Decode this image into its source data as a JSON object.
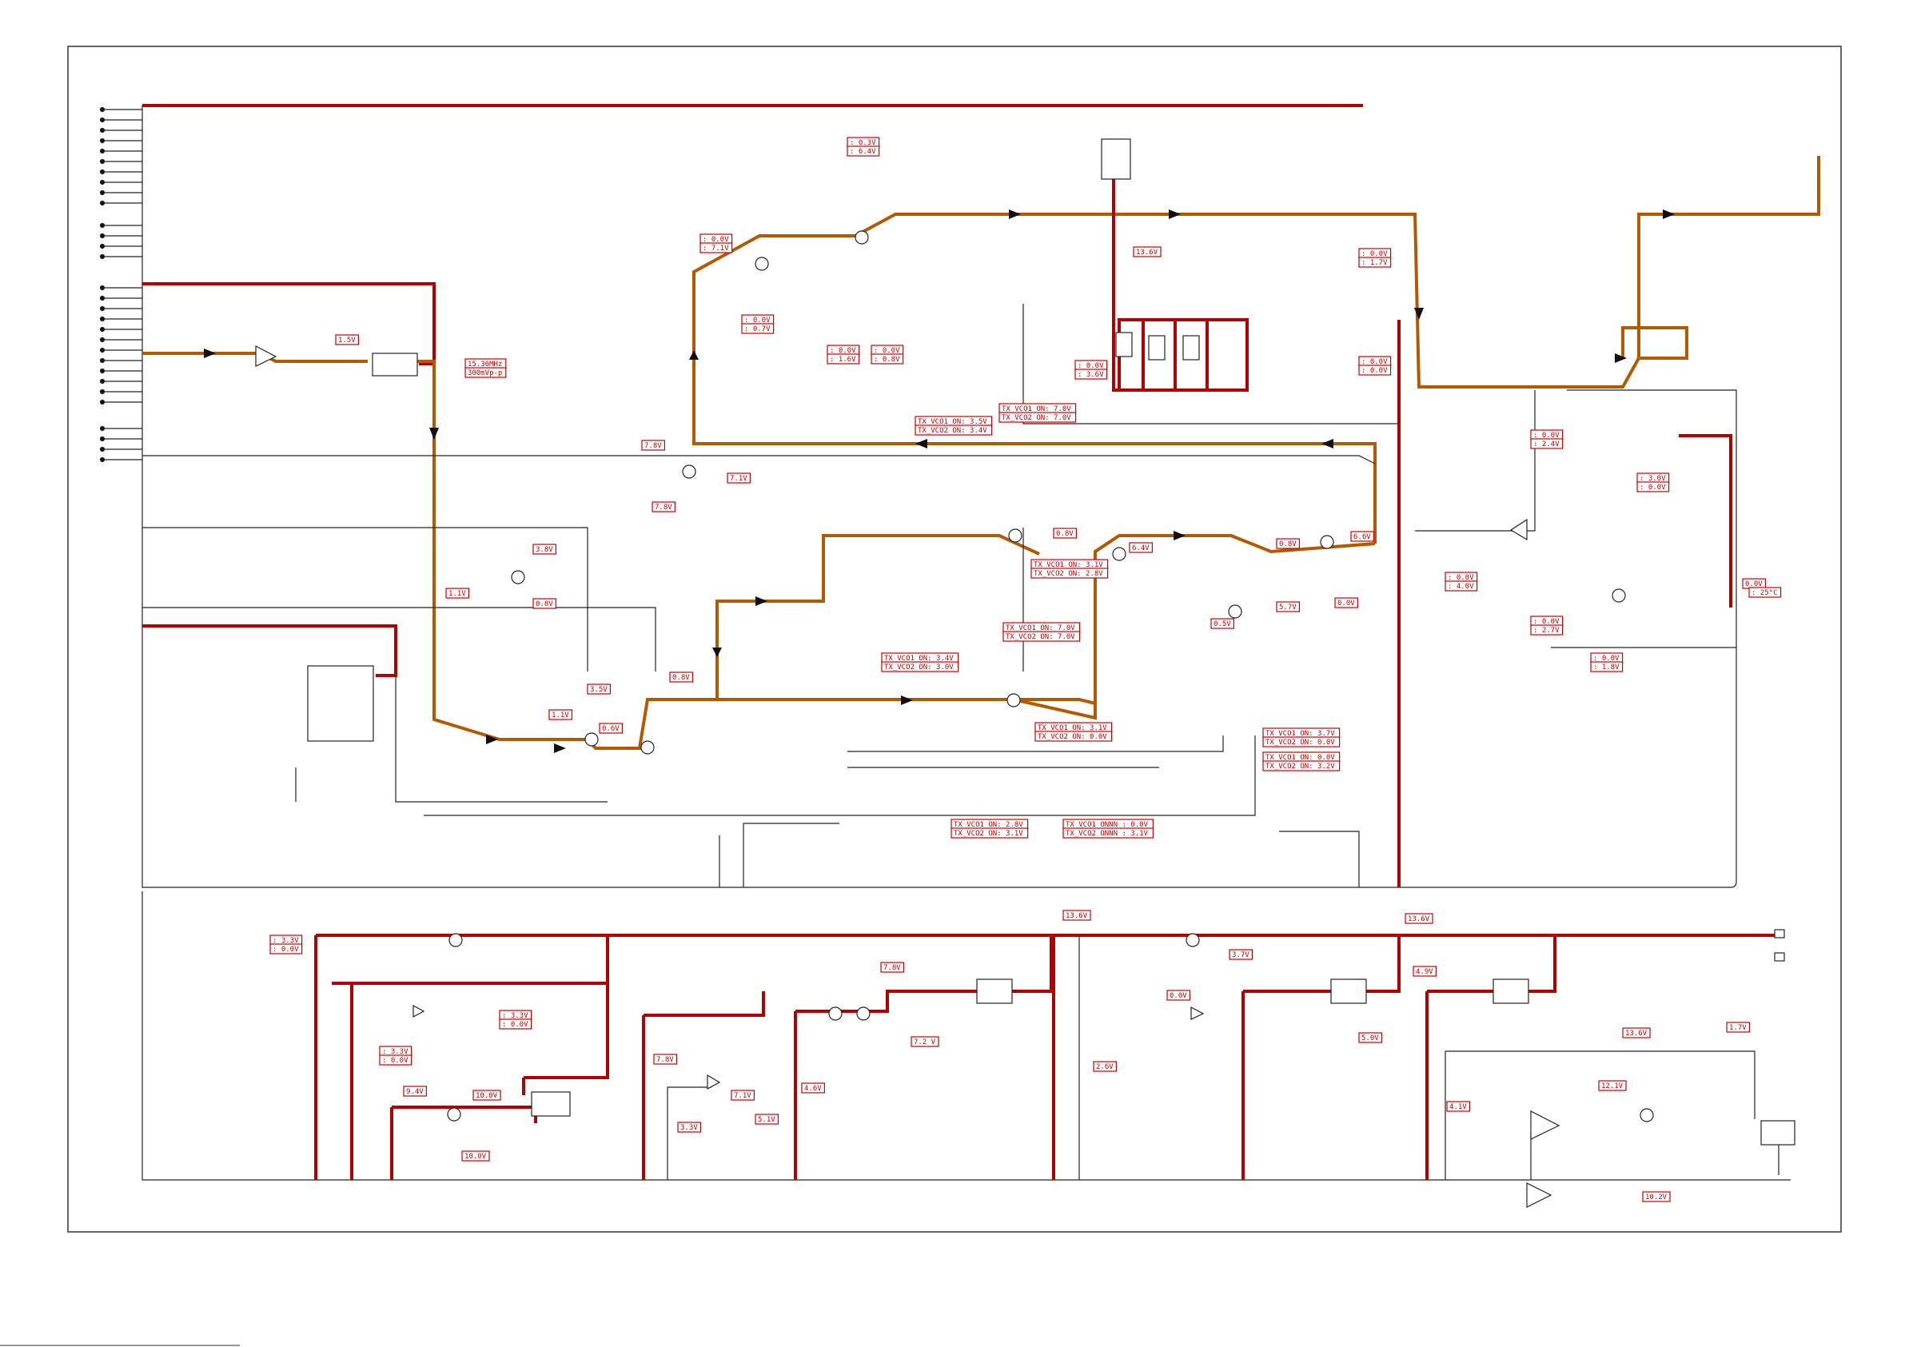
{
  "labels": {
    "top_left": [
      {
        "id": "l1",
        "text": "1.5V"
      },
      {
        "id": "l2",
        "text": "15.36MHz"
      },
      {
        "id": "l3",
        "text": "300mVp-p"
      }
    ],
    "drive_stage": [
      {
        "id": "d1",
        "text": ": 0.0V"
      },
      {
        "id": "d2",
        "text": ": 7.1V"
      },
      {
        "id": "d3",
        "text": ": 0.0V"
      },
      {
        "id": "d4",
        "text": ": 0.7V"
      },
      {
        "id": "d5",
        "text": ": 0.3V"
      },
      {
        "id": "d6",
        "text": ": 6.4V"
      },
      {
        "id": "d7",
        "text": ": 0.0V"
      },
      {
        "id": "d8",
        "text": ": 1.6V"
      },
      {
        "id": "d9",
        "text": ": 0.0V"
      },
      {
        "id": "d10",
        "text": ": 0.8V"
      },
      {
        "id": "d11",
        "text": "13.6V"
      },
      {
        "id": "d12",
        "text": ": 0.0V"
      },
      {
        "id": "d13",
        "text": ": 3.6V"
      },
      {
        "id": "d14",
        "text": ": 0.0V"
      },
      {
        "id": "d15",
        "text": ": 1.7V"
      },
      {
        "id": "d16",
        "text": ": 0.0V"
      },
      {
        "id": "d17",
        "text": ": 0.0V"
      }
    ],
    "vco_section": [
      {
        "id": "v1",
        "text": "TX_VCO1 ON: 3.5V"
      },
      {
        "id": "v2",
        "text": "TX_VCO2 ON: 3.4V"
      },
      {
        "id": "v3",
        "text": "TX_VCO1 ON: 7.0V"
      },
      {
        "id": "v4",
        "text": "TX_VCO2 ON: 7.0V"
      },
      {
        "id": "v5",
        "text": "7.8V"
      },
      {
        "id": "v6",
        "text": "7.8V"
      },
      {
        "id": "v7",
        "text": "7.1V"
      },
      {
        "id": "v8",
        "text": "3.8V"
      },
      {
        "id": "v9",
        "text": "1.1V"
      },
      {
        "id": "v10",
        "text": "0.8V"
      },
      {
        "id": "v11",
        "text": "0.8V"
      },
      {
        "id": "v12",
        "text": "TX_VCO1 ON: 3.1V"
      },
      {
        "id": "v13",
        "text": "TX_VCO2 ON: 2.8V"
      },
      {
        "id": "v14",
        "text": "6.4V"
      },
      {
        "id": "v15",
        "text": "0.8V"
      },
      {
        "id": "v16",
        "text": "6.6V"
      },
      {
        "id": "v17",
        "text": "0.0V"
      },
      {
        "id": "v18",
        "text": "5.7V"
      },
      {
        "id": "v19",
        "text": "0.5V"
      },
      {
        "id": "v20",
        "text": "TX_VCO1 ON: 7.0V"
      },
      {
        "id": "v21",
        "text": "TX_VCO2 ON: 7.0V"
      },
      {
        "id": "v22",
        "text": "TX_VCO1 ON: 3.4V"
      },
      {
        "id": "v23",
        "text": "TX_VCO2 ON: 3.0V"
      },
      {
        "id": "v24",
        "text": "0.8V"
      },
      {
        "id": "v25",
        "text": "3.5V"
      },
      {
        "id": "v26",
        "text": "1.1V"
      },
      {
        "id": "v27",
        "text": "0.6V"
      },
      {
        "id": "v28",
        "text": "TX_VCO1 ON: 3.1V"
      },
      {
        "id": "v29",
        "text": "TX_VCO2 ON: 0.0V"
      },
      {
        "id": "v30",
        "text": "TX_VCO1 ON: 3.7V"
      },
      {
        "id": "v31",
        "text": "TX_VCO2 ON: 0.0V"
      },
      {
        "id": "v32",
        "text": "TX_VCO1 ON: 0.0V"
      },
      {
        "id": "v33",
        "text": "TX_VCO2 ON: 3.2V"
      },
      {
        "id": "v34",
        "text": "TX_VCO1 ON: 2.8V"
      },
      {
        "id": "v35",
        "text": "TX_VCO2 ON: 3.1V"
      },
      {
        "id": "v36",
        "text": "TX_VCO1 ONNN : 0.0V"
      },
      {
        "id": "v37",
        "text": "TX_VCO2 ONNN : 3.1V"
      }
    ],
    "right_section": [
      {
        "id": "r1",
        "text": ": 0.0V"
      },
      {
        "id": "r2",
        "text": ": 2.4V"
      },
      {
        "id": "r3",
        "text": ": 3.0V"
      },
      {
        "id": "r4",
        "text": ": 0.0V"
      },
      {
        "id": "r5",
        "text": ": 0.0V"
      },
      {
        "id": "r6",
        "text": ": 4.0V"
      },
      {
        "id": "r7",
        "text": "0.0V"
      },
      {
        "id": "r8",
        "text": ": 25°C"
      },
      {
        "id": "r9",
        "text": ": 0.0V"
      },
      {
        "id": "r10",
        "text": ": 2.7V"
      },
      {
        "id": "r11",
        "text": ": 0.0V"
      },
      {
        "id": "r12",
        "text": ": 1.8V"
      }
    ],
    "power_section": [
      {
        "id": "p1",
        "text": ": 3.3V"
      },
      {
        "id": "p2",
        "text": ": 0.0V"
      },
      {
        "id": "p3",
        "text": ": 3.3V"
      },
      {
        "id": "p4",
        "text": ": 0.0V"
      },
      {
        "id": "p5",
        "text": ": 3.3V"
      },
      {
        "id": "p6",
        "text": ": 0.0V"
      },
      {
        "id": "p7",
        "text": "9.4V"
      },
      {
        "id": "p8",
        "text": "10.0V"
      },
      {
        "id": "p9",
        "text": "10.0V"
      },
      {
        "id": "p10",
        "text": "7.8V"
      },
      {
        "id": "p11",
        "text": "7.8V"
      },
      {
        "id": "p12",
        "text": "3.3V"
      },
      {
        "id": "p13",
        "text": "7.1V"
      },
      {
        "id": "p14",
        "text": "5.1V"
      },
      {
        "id": "p15",
        "text": "4.6V"
      },
      {
        "id": "p16",
        "text": "7.2 V"
      },
      {
        "id": "p17",
        "text": "13.6V"
      },
      {
        "id": "p18",
        "text": "3.7V"
      },
      {
        "id": "p19",
        "text": "0.0V"
      },
      {
        "id": "p20",
        "text": "2.6V"
      },
      {
        "id": "p21",
        "text": "13.6V"
      },
      {
        "id": "p22",
        "text": "4.9V"
      },
      {
        "id": "p23",
        "text": "5.0V"
      },
      {
        "id": "p24",
        "text": "13.6V"
      },
      {
        "id": "p25",
        "text": "1.7V"
      },
      {
        "id": "p26",
        "text": "12.1V"
      },
      {
        "id": "p27",
        "text": "4.1V"
      },
      {
        "id": "p28",
        "text": "10.2V"
      }
    ]
  }
}
